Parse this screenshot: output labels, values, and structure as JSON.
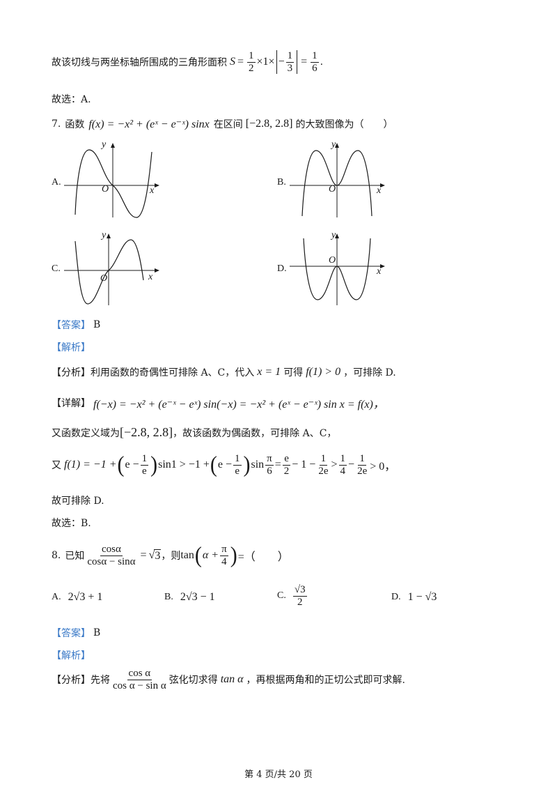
{
  "prev": {
    "area_text": "故该切线与两坐标轴所围成的三角形面积",
    "area_formula_S": "S",
    "area_eq1": "=",
    "half_num": "1",
    "half_den": "2",
    "times1": "×1×",
    "third_num": "1",
    "third_den": "3",
    "eq": "=",
    "sixth_num": "1",
    "sixth_den": "6",
    "period": ".",
    "choose": "故选：A."
  },
  "q7": {
    "number": "7.",
    "prompt_prefix": "函数",
    "func": "f(x) = −x² + (eˣ − e⁻ˣ) sinx",
    "range_prefix": "在区间",
    "range": "[−2.8, 2.8]",
    "prompt_suffix": "的大致图像为（　　）",
    "options": [
      {
        "label": "A.",
        "axis_x": "x",
        "axis_y": "y",
        "origin": "O"
      },
      {
        "label": "B.",
        "axis_x": "x",
        "axis_y": "y",
        "origin": "O"
      },
      {
        "label": "C.",
        "axis_x": "x",
        "axis_y": "y",
        "origin": "O"
      },
      {
        "label": "D.",
        "axis_x": "x",
        "axis_y": "y",
        "origin": "O"
      }
    ],
    "answer_tag": "【答案】",
    "answer": "B",
    "analysis_tag": "【解析】",
    "fenxi_tag": "【分析】",
    "fenxi_text1": "利用函数的奇偶性可排除 A、C，代入",
    "fenxi_x1": "x = 1",
    "fenxi_text2": "可得",
    "fenxi_f1": "f(1) > 0",
    "fenxi_text3": "，可排除 D.",
    "xiangjie_tag": "【详解】",
    "xiangjie_formula": "f(−x) = −x² + (e⁻ˣ − eˣ) sin(−x) = −x² + (eˣ − e⁻ˣ) sin x = f(x)，",
    "domain_text1": "又函数定义域为",
    "domain_range": "[−2.8, 2.8]",
    "domain_text2": "，故该函数为偶函数，可排除 A、C，",
    "f1_prefix": "又",
    "f1_a": "f(1) = −1 +",
    "f1_e": "e −",
    "f1_one": "1",
    "f1_e_den": "e",
    "f1_b": "sin1 > −1 +",
    "f1_c": "sin",
    "f1_pi": "π",
    "f1_six": "6",
    "f1_eq": "=",
    "f1_e2": "e",
    "f1_two": "2",
    "f1_minus1": "− 1 −",
    "f1_2e": "2e",
    "f1_gt": ">",
    "f1_four": "4",
    "f1_minus": "−",
    "f1_gt0": "> 0，",
    "excl": "故可排除 D.",
    "choose": "故选：B."
  },
  "q8": {
    "number": "8.",
    "prefix": "已知",
    "num": "cosα",
    "den": "cosα − sinα",
    "eq": "=",
    "rhs": "3",
    "mid": "，则",
    "tan": "tan",
    "alpha_plus": "α +",
    "pi": "π",
    "four": "4",
    "eq2": "=（　　）",
    "options": [
      {
        "label": "A.",
        "text": "2√3 + 1"
      },
      {
        "label": "B.",
        "text": "2√3 − 1"
      },
      {
        "label": "C.",
        "num": "√3",
        "den": "2"
      },
      {
        "label": "D.",
        "text": "1 − √3"
      }
    ],
    "answer_tag": "【答案】",
    "answer": "B",
    "analysis_tag": "【解析】",
    "fenxi_tag": "【分析】",
    "fenxi_text1": "先将",
    "fenxi_num": "cos α",
    "fenxi_den": "cos α − sin α",
    "fenxi_text2": "弦化切求得",
    "fenxi_tan": "tan α",
    "fenxi_text3": "，再根据两角和的正切公式即可求解."
  },
  "footer": "第 4 页/共 20 页",
  "colors": {
    "accent": "#3a79c7",
    "text": "#1a1a1a"
  }
}
